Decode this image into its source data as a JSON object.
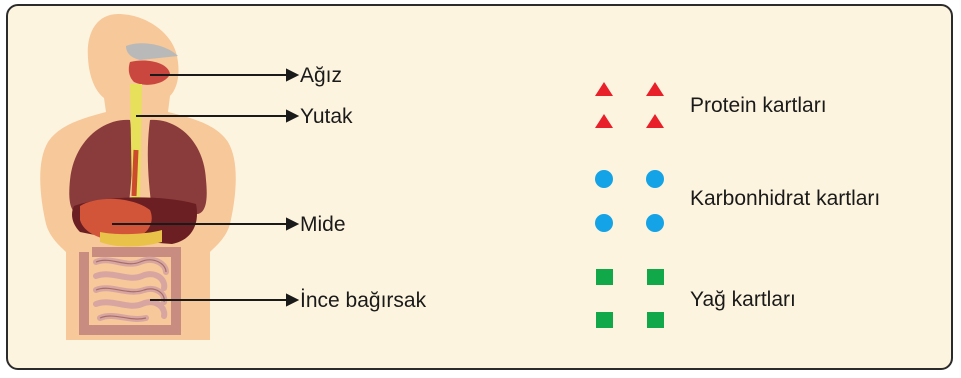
{
  "organ_labels": [
    {
      "id": "mouth",
      "text": "Ağız"
    },
    {
      "id": "pharynx",
      "text": "Yutak"
    },
    {
      "id": "stomach",
      "text": "Mide"
    },
    {
      "id": "small_intestine",
      "text": "İnce bağırsak"
    }
  ],
  "legend": [
    {
      "label": "Protein kartları",
      "shape": "triangle",
      "color": "#e8202a"
    },
    {
      "label": "Karbonhidrat kartları",
      "shape": "circle",
      "color": "#14a3e6"
    },
    {
      "label": "Yağ kartları",
      "shape": "square",
      "color": "#11a84a"
    }
  ],
  "colors": {
    "background": "#fdf4df",
    "border": "#2b2b2b",
    "skin": "#f6c89a"
  }
}
